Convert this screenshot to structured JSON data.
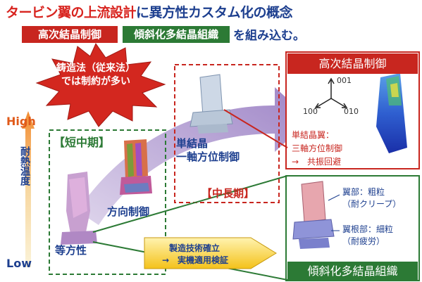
{
  "title": {
    "part1": "タービン翼の上流設計",
    "part2": "に異方性カスタム化の概念"
  },
  "badges": {
    "red": "高次結晶制御",
    "green": "傾斜化多結晶組織",
    "suffix": "を組み込む。"
  },
  "starburst": {
    "line1": "鋳造法（従来法）",
    "line2": "では制約が多い"
  },
  "axis": {
    "high": "High",
    "low": "Low",
    "vertical_label": "耐熱温度"
  },
  "stages": {
    "short_term": "【短中期】",
    "mid_long_term": "【中長期】",
    "single_crystal_line1": "単結晶",
    "single_crystal_line2": "一軸方位制御",
    "directional": "方向制御",
    "isotropic": "等方性"
  },
  "manufacturing": {
    "line1": "製造技術確立",
    "line2": "→　実機適用検証"
  },
  "right_top": {
    "header": "高次結晶制御",
    "axis_001": "001",
    "axis_100": "100",
    "axis_010": "010",
    "text_line1": "単結晶翼：",
    "text_line2": "三軸方位制御",
    "text_line3": "→　共振回避"
  },
  "right_bottom": {
    "footer": "傾斜化多結晶組織",
    "wing_line1": "翼部：粗粒",
    "wing_line2": "（耐クリープ）",
    "root_line1": "翼根部：細粒",
    "root_line2": "（耐疲労）"
  },
  "colors": {
    "red": "#c8261f",
    "green": "#2c7a35",
    "blue": "#1d3f8f",
    "arrow_purple": "#a890c8"
  }
}
